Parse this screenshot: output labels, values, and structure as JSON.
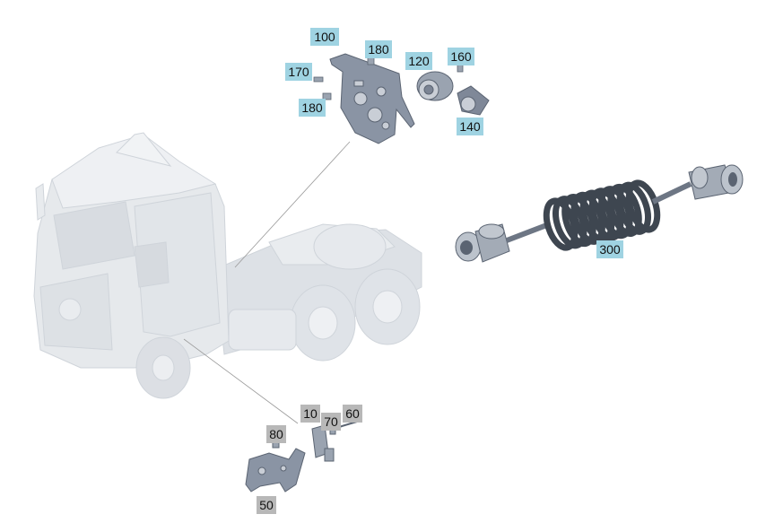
{
  "colors": {
    "callout_blue": "#9fd3e2",
    "callout_gray": "#b8b8b8",
    "truck_body": "#e3e6ea",
    "part_metal": "#8a94a4",
    "cable_dark": "#3e4650"
  },
  "callouts": {
    "c100": "100",
    "c180a": "180",
    "c170": "170",
    "c180b": "180",
    "c120": "120",
    "c160": "160",
    "c140": "140",
    "c300": "300",
    "c10": "10",
    "c70": "70",
    "c60": "60",
    "c80": "80",
    "c50": "50"
  }
}
